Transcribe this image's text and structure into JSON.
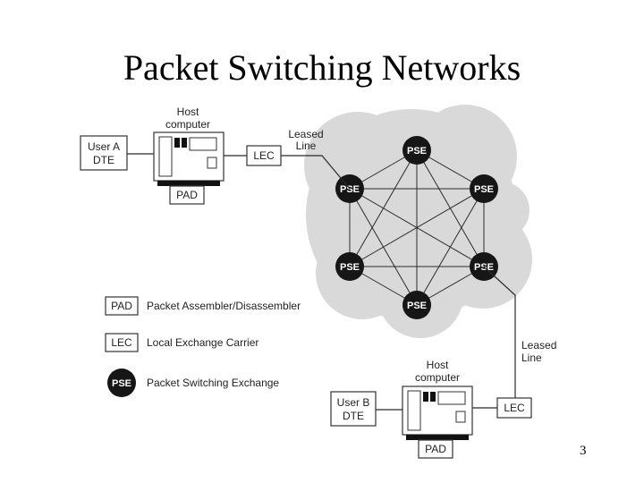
{
  "title": "Packet Switching Networks",
  "page_number": "3",
  "nodes": {
    "pse_label": "PSE",
    "pad_label": "PAD",
    "lec_label": "LEC",
    "host_a": {
      "line1": "Host",
      "line2": "computer"
    },
    "host_b": {
      "line1": "Host",
      "line2": "computer"
    },
    "user_a": {
      "line1": "User A",
      "line2": "DTE"
    },
    "user_b": {
      "line1": "User B",
      "line2": "DTE"
    },
    "leased_top": {
      "line1": "Leased",
      "line2": "Line"
    },
    "leased_bottom": {
      "line1": "Leased",
      "line2": "Line"
    }
  },
  "legend": [
    {
      "key": "PAD",
      "text": "Packet Assembler/Disassembler"
    },
    {
      "key": "LEC",
      "text": "Local Exchange Carrier"
    },
    {
      "key": "PSE",
      "text": "Packet Switching Exchange"
    }
  ]
}
